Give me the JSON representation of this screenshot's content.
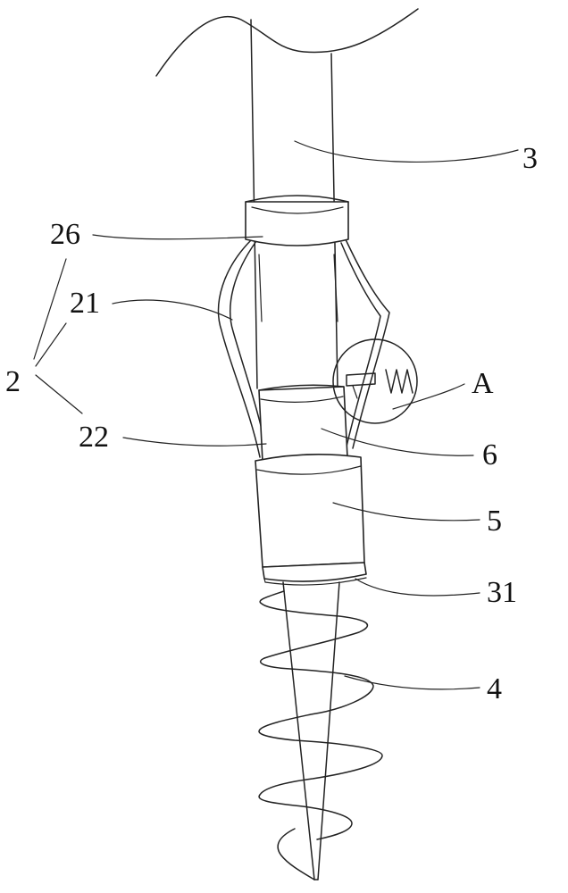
{
  "labels": {
    "rod": "3",
    "ring_top": "26",
    "strip": "21",
    "assembly": "2",
    "lower_strip": "22",
    "detail": "A",
    "collar": "6",
    "sleeve": "5",
    "groove": "31",
    "screw": "4"
  },
  "colors": {
    "line": "#222222",
    "background": "#ffffff"
  }
}
